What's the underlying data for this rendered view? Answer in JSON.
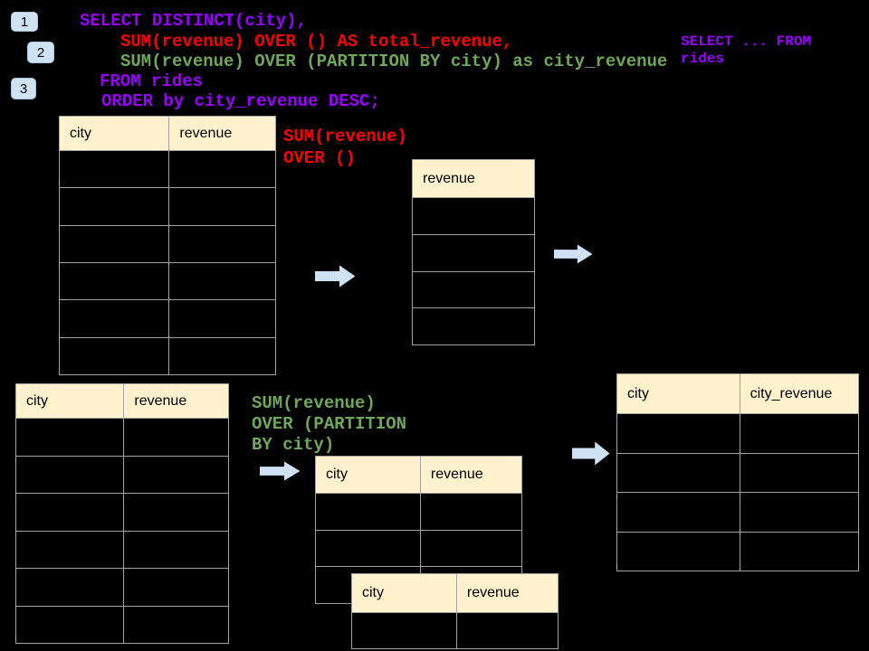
{
  "colors": {
    "purple": "#9900ff",
    "red": "#ff0000",
    "green": "#6fa858",
    "header_fill": "#fff2cc",
    "line": "#a3a3a3",
    "arrow": "#cfe2f3",
    "badge_fill": "#cfe2f3",
    "bg": "#000000"
  },
  "badges": {
    "b1": "1",
    "b2": "2",
    "b3": "3"
  },
  "code": {
    "line1": "SELECT DISTINCT(city),",
    "line2": "SUM(revenue) OVER () AS total_revenue,",
    "line3": "SUM(revenue) OVER (PARTITION BY city) as city_revenue",
    "line4": "FROM rides",
    "line5": "ORDER by city_revenue DESC;"
  },
  "side_note": {
    "line1": "SELECT ... FROM",
    "line2": "rides"
  },
  "labels": {
    "total_line1": "SUM(revenue)",
    "total_line2": "OVER ()",
    "partition_line1": "SUM(revenue)",
    "partition_line2": "OVER (PARTITION",
    "partition_line3": "BY city)"
  },
  "tables": {
    "source_top": {
      "headers": [
        "city",
        "revenue"
      ],
      "rows": 6
    },
    "revenue_only": {
      "headers": [
        "revenue"
      ],
      "rows": 4
    },
    "source_bottom": {
      "headers": [
        "city",
        "revenue"
      ],
      "rows": 6
    },
    "partition_mid": {
      "headers": [
        "city",
        "revenue"
      ],
      "rows": 3
    },
    "partition_front": {
      "headers": [
        "city",
        "revenue"
      ],
      "rows": 1
    },
    "result_right": {
      "headers": [
        "city",
        "city_revenue"
      ],
      "rows": 4
    }
  }
}
